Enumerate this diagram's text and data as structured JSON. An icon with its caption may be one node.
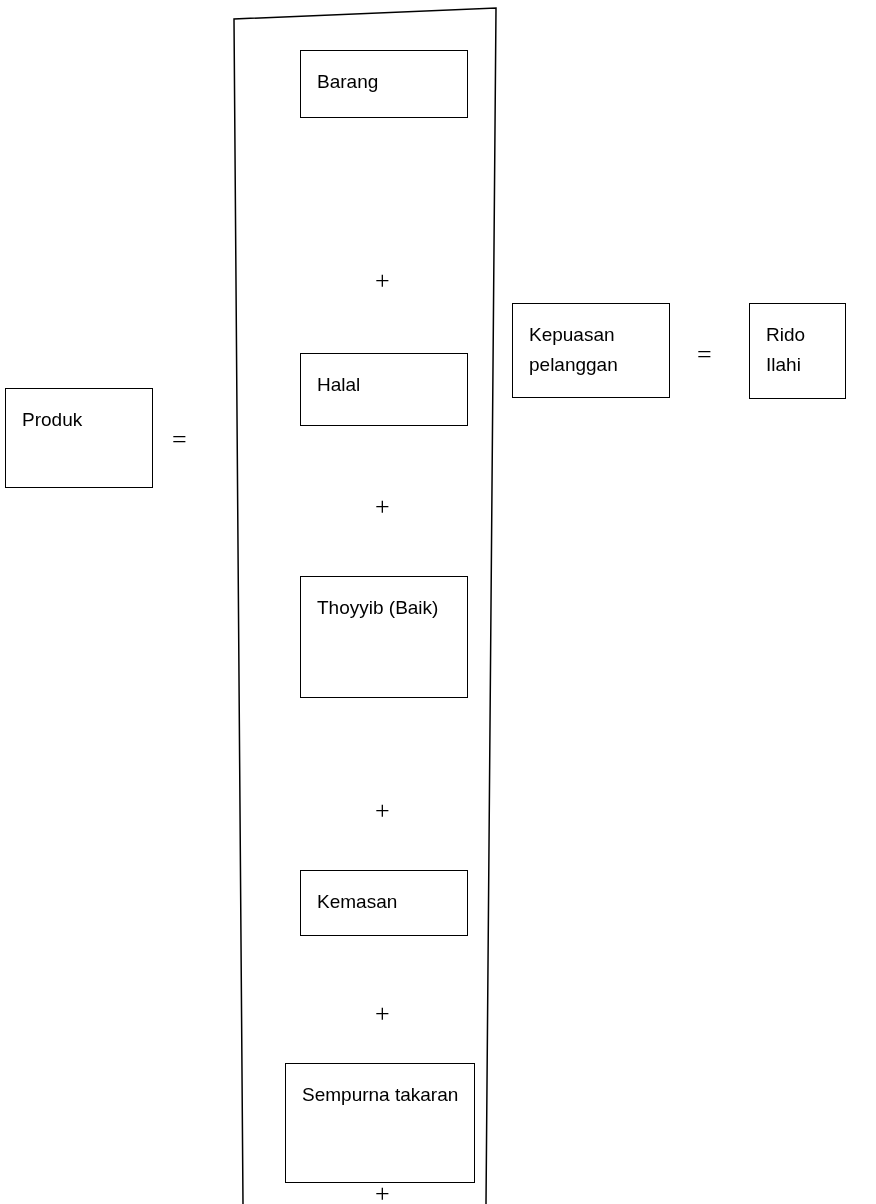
{
  "diagram": {
    "nodes": [
      {
        "text": [
          "Produk"
        ]
      },
      {
        "text": [],
        "shape": "box"
      },
      {
        "text": [
          "Barang"
        ],
        "in": 1
      },
      {
        "text": [
          "Halal"
        ],
        "in": 1
      },
      {
        "text": [
          "Thoyyib (Baik)"
        ],
        "in": 1
      },
      {
        "text": [
          "Kemasan"
        ],
        "in": 1
      },
      {
        "text": [
          "Sempurna takaran"
        ],
        "in": 1
      },
      {
        "text": [
          "Kepuasan pelanggan"
        ]
      },
      {
        "text": [
          "Rido Ilahi"
        ]
      }
    ],
    "edges": [],
    "labels": [
      "+",
      "=",
      "=",
      "+",
      "+",
      "+",
      "+"
    ]
  }
}
